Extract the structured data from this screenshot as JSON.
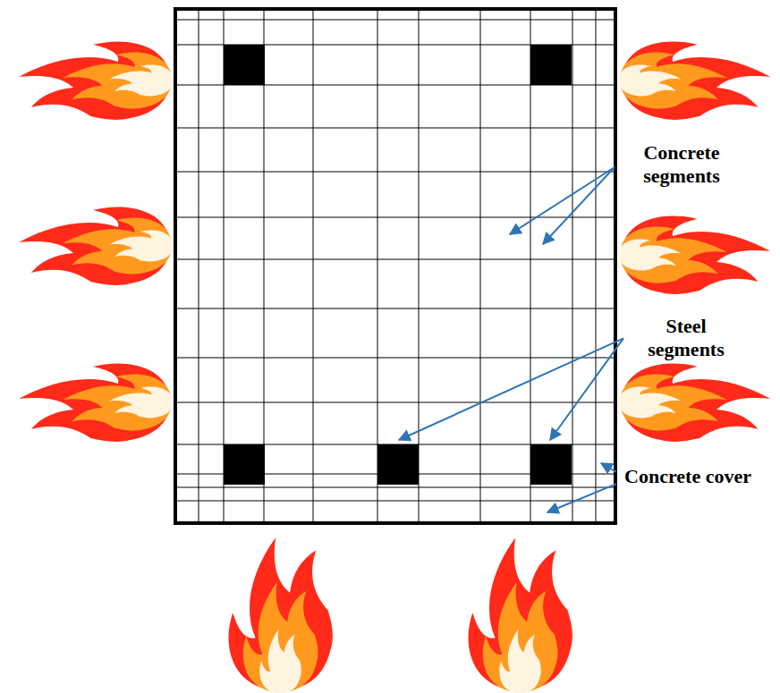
{
  "diagram": {
    "labels": [
      "Concrete segments",
      "Steel segments",
      "Concrete cover"
    ]
  }
}
